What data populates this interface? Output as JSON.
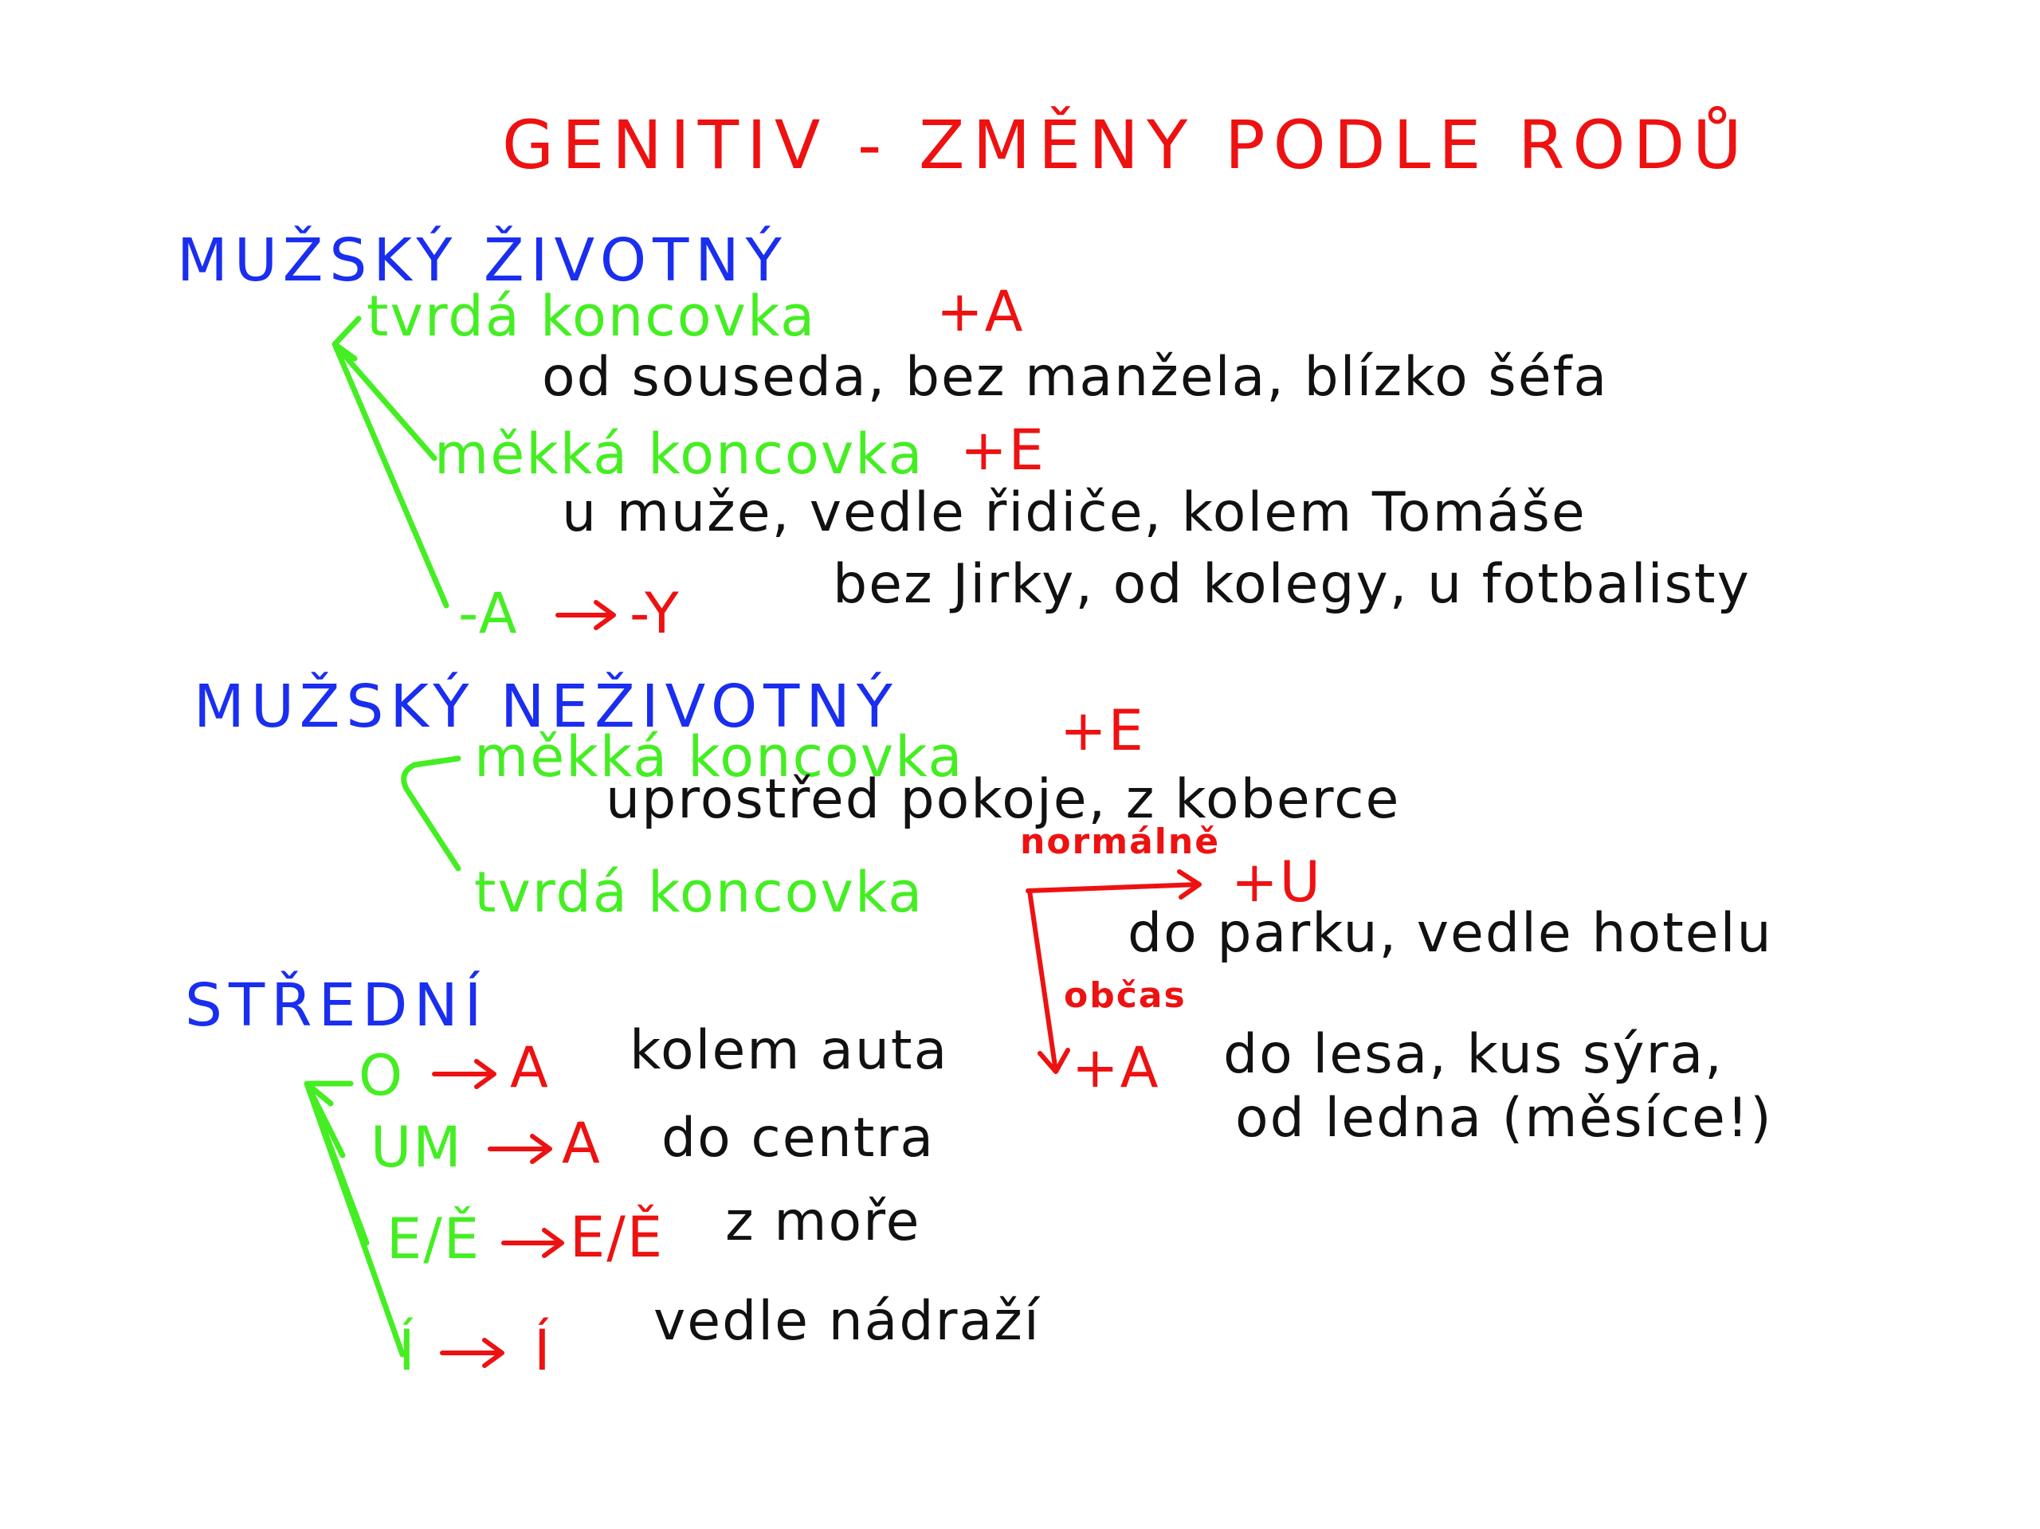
{
  "title": "GENITIV - ZMĚNY PODLE RODŮ",
  "colors": {
    "title": "#ee1111",
    "heading": "#1a2ef0",
    "rule": "#44ee22",
    "ending": "#ee1111",
    "example": "#111111"
  },
  "masc_animate": {
    "heading": "MUŽSKÝ ŽIVOTNÝ",
    "hard": {
      "label": "tvrdá koncovka",
      "ending": "+A",
      "examples": "od souseda, bez manžela, blízko šéfa"
    },
    "soft": {
      "label": "měkká koncovka",
      "ending": "+E",
      "examples": "u muže, vedle řidiče, kolem Tomáše"
    },
    "a_ending": {
      "from": "-A",
      "to": "-Y",
      "examples": "bez Jirky, od kolegy, u fotbalisty"
    }
  },
  "masc_inanimate": {
    "heading": "MUŽSKÝ NEŽIVOTNÝ",
    "soft": {
      "label": "měkká koncovka",
      "ending": "+E",
      "examples": "uprostřed pokoje, z koberce"
    },
    "hard": {
      "label": "tvrdá koncovka",
      "normally": {
        "label": "normálně",
        "ending": "+U",
        "examples": "do parku, vedle hotelu"
      },
      "sometimes": {
        "label": "občas",
        "ending": "+A",
        "examples_line1": "do lesa, kus sýra,",
        "examples_line2": "od ledna (měsíce!)"
      }
    }
  },
  "neuter": {
    "heading": "STŘEDNÍ",
    "rules": [
      {
        "from": "O",
        "to": "A",
        "example": "kolem auta"
      },
      {
        "from": "UM",
        "to": "A",
        "example": "do centra"
      },
      {
        "from": "E/Ě",
        "to": "E/Ě",
        "example": "z moře"
      },
      {
        "from": "Í",
        "to": "Í",
        "example": "vedle nádraží"
      }
    ]
  }
}
